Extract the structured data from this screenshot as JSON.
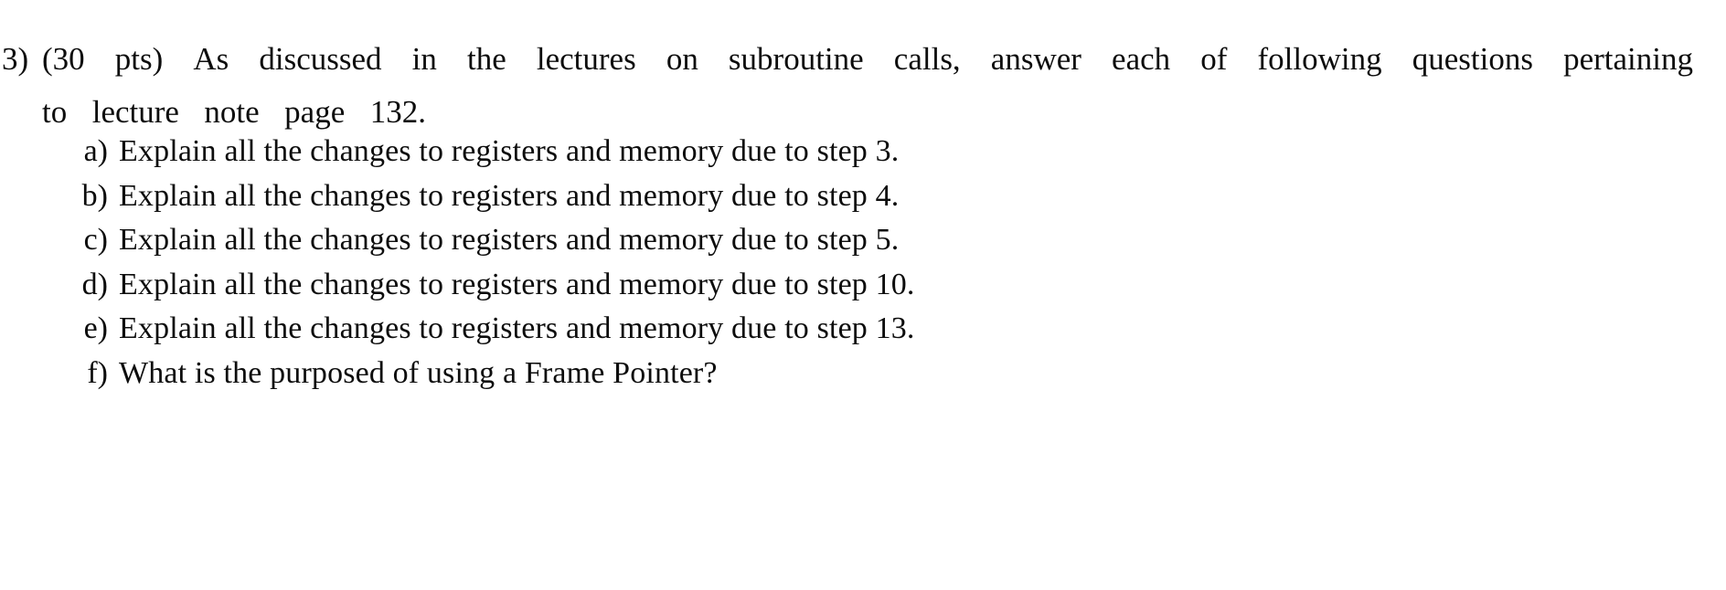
{
  "document": {
    "type": "scanned-exam-question",
    "background_color": "#ffffff",
    "text_color": "#0d0d0d"
  },
  "question": {
    "marker": "3)",
    "line1_words": [
      "(30",
      "pts)",
      "As",
      "discussed",
      "in",
      "the",
      "lectures",
      "on",
      "subroutine",
      "calls,",
      "answer",
      "each",
      "of",
      "following",
      "questions",
      "pertaining"
    ],
    "line1_text": "(30 pts) As discussed in the lectures on subroutine calls, answer each of following questions pertaining",
    "line2_words": [
      "to",
      "lecture",
      "note",
      "page",
      "132."
    ],
    "line2_text": "to lecture note page 132.",
    "points": "30 pts",
    "page_reference": "132"
  },
  "sub_items": [
    {
      "marker": "a)",
      "text": "Explain all the changes to registers and memory due to step 3.",
      "step": "3"
    },
    {
      "marker": "b)",
      "text": "Explain all the changes to registers and memory due to step 4.",
      "step": "4"
    },
    {
      "marker": "c)",
      "text": "Explain all the changes to registers and memory due to step 5.",
      "step": "5"
    },
    {
      "marker": "d)",
      "text": "Explain all the changes to registers and memory due to step 10.",
      "step": "10"
    },
    {
      "marker": "e)",
      "text": "Explain all the changes to registers and memory due to step 13.",
      "step": "13"
    },
    {
      "marker": "f)",
      "text": "What is the purposed of using a Frame Pointer?",
      "step": ""
    }
  ]
}
